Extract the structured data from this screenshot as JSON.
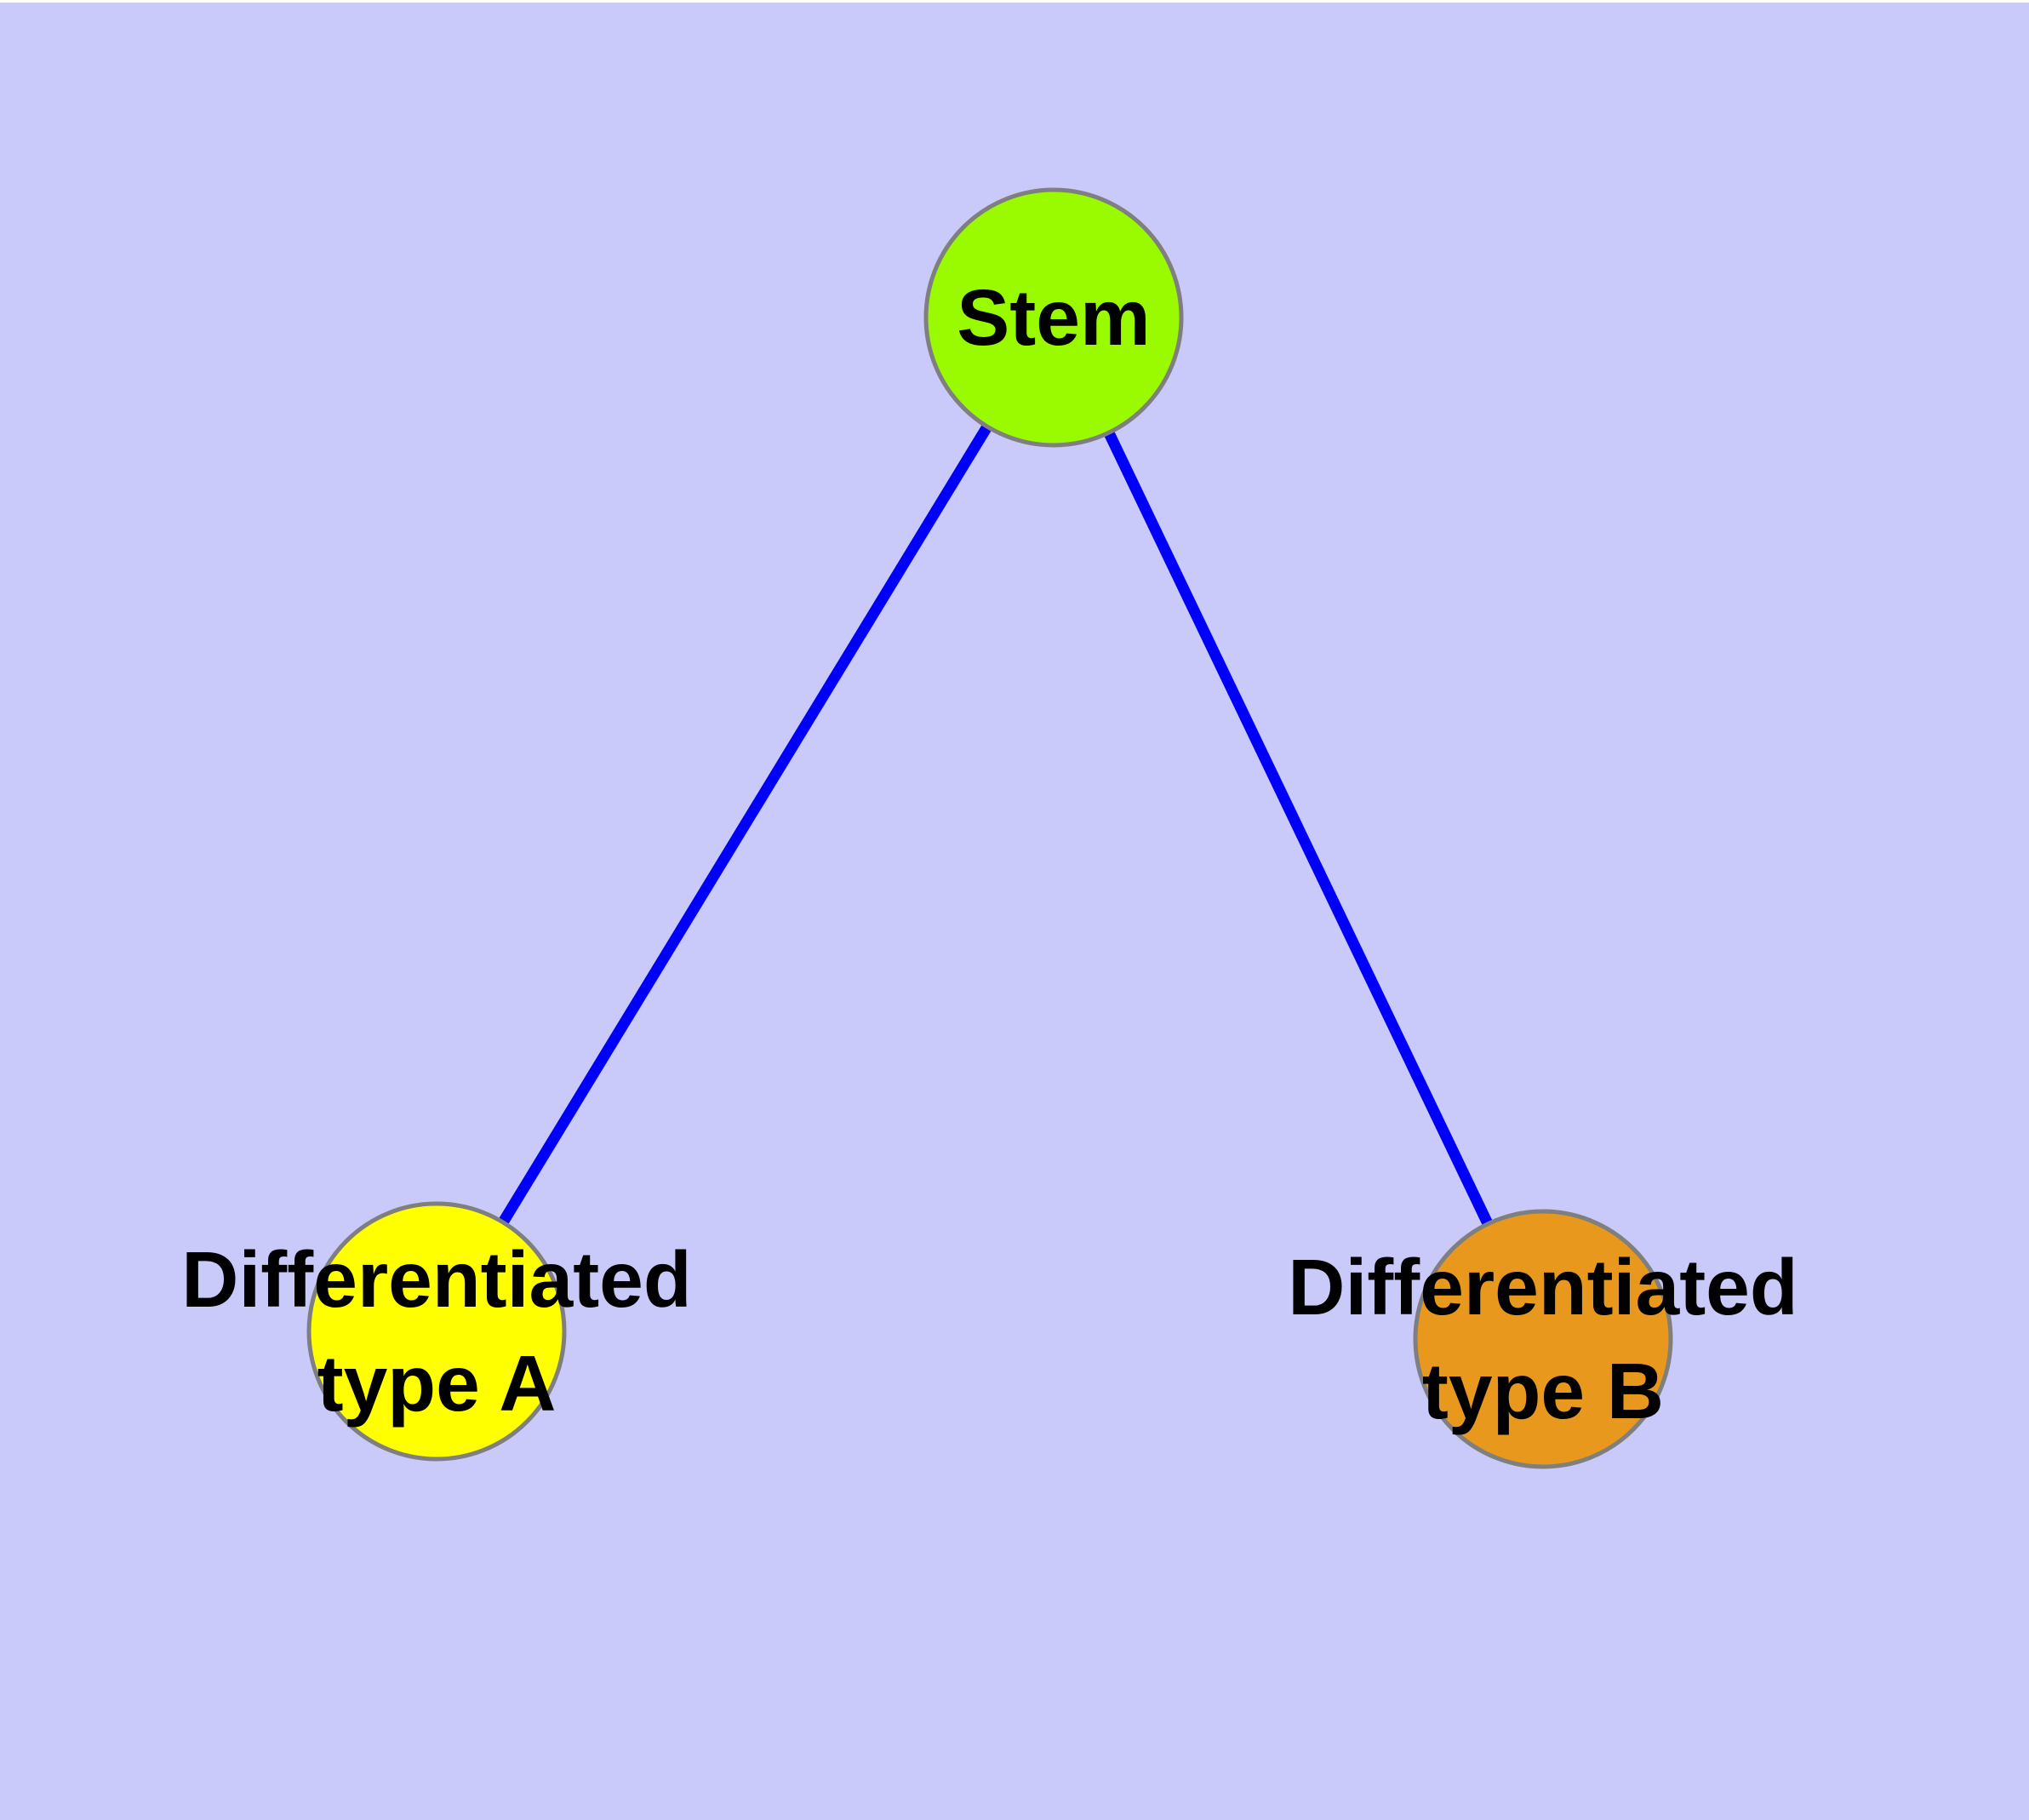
{
  "diagram": {
    "type": "node-link-graph",
    "description_visible_text_only": true,
    "nodes": {
      "stem": {
        "label": "Stem",
        "fill": "#9AFA00"
      },
      "type_a": {
        "label_line1": "Differentiated",
        "label_line2": "type A",
        "fill": "#FFFF00"
      },
      "type_b": {
        "label_line1": "Differentiated",
        "label_line2": "type B",
        "fill": "#E8991D"
      }
    },
    "edges": [
      {
        "from": "Stem",
        "to": "Differentiated type A"
      },
      {
        "from": "Stem",
        "to": "Differentiated type B"
      }
    ]
  },
  "colors": {
    "background": "#C9C9FA",
    "top_margin_strip": "#FFFFFF",
    "edge": "#0000FA",
    "node_border": "#7F7F7F",
    "label_text": "#000000"
  }
}
